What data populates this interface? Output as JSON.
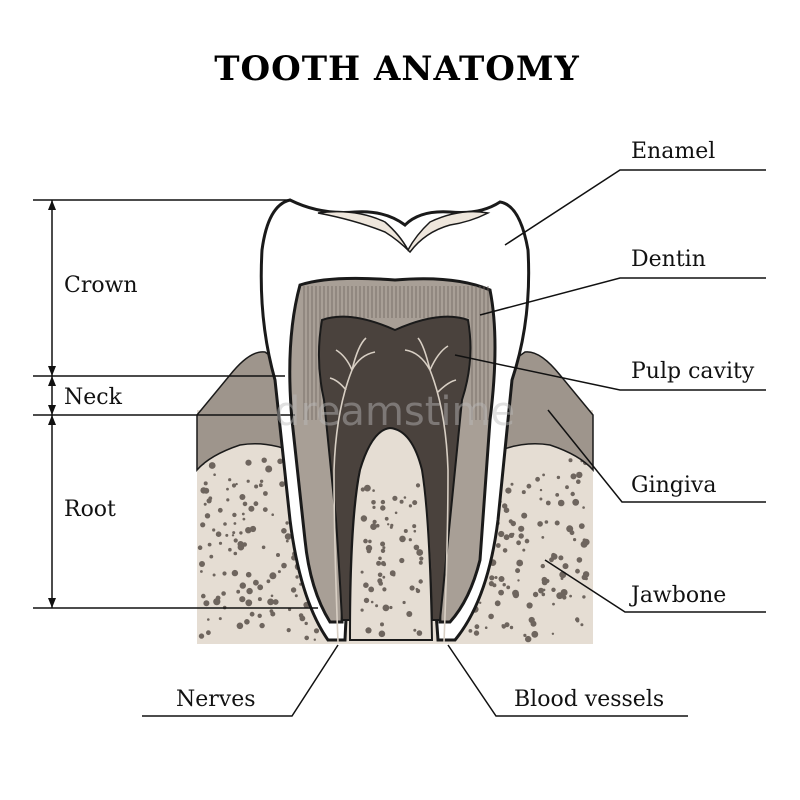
{
  "title": "TOOTH ANATOMY",
  "labels": {
    "crown": "Crown",
    "neck": "Neck",
    "root": "Root",
    "enamel": "Enamel",
    "dentin": "Dentin",
    "pulp_cavity": "Pulp cavity",
    "gingiva": "Gingiva",
    "jawbone": "Jawbone",
    "nerves": "Nerves",
    "blood_vessels": "Blood vessels"
  },
  "watermark": "dreamstime",
  "colors": {
    "enamel": "#ffffff",
    "dentin": "#a89f96",
    "pulp": "#4a423d",
    "gingiva": "#9e958c",
    "jawbone": "#e5ddd3",
    "outline": "#1a1a1a",
    "occlusal": "#eee6dc",
    "dots": "#6e655e"
  }
}
